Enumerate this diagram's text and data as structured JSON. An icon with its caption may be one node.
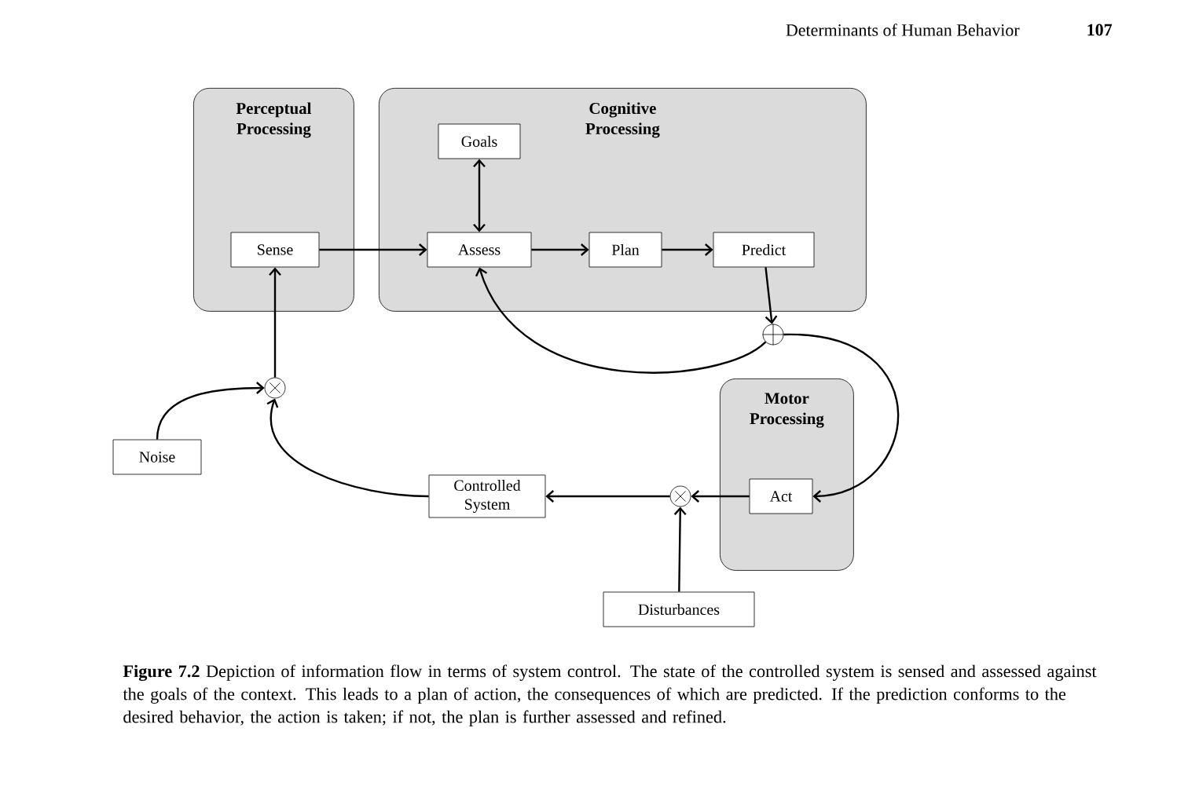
{
  "diagram": {
    "caption": "**Figure 7.2** Depiction of information flow in terms of system control. The state of the controlled system is sensed and assessed against the goals of the context. This leads to a plan of action, the consequences of which are predicted. If the prediction conforms to the desired behavior, the action is taken; if not, the plan is further assessed and refined.",
    "nodes": [
      {
        "text": [
          "Perceptual Processing"
        ]
      },
      {
        "text": [
          "Sense"
        ],
        "in": 0
      },
      {
        "text": [
          "Cognitive Processing"
        ]
      },
      {
        "text": [
          "Goals"
        ],
        "in": 2
      },
      {
        "text": [
          "Assess"
        ],
        "in": 2
      },
      {
        "text": [
          "Plan"
        ],
        "in": 2
      },
      {
        "text": [
          "Predict"
        ],
        "in": 2
      },
      {
        "text": [],
        "shape": "circle"
      },
      {
        "text": [
          "Motor Processing"
        ]
      },
      {
        "text": [
          "Act"
        ],
        "in": 8
      },
      {
        "text": [],
        "shape": "circle"
      },
      {
        "text": [
          "Noise"
        ]
      },
      {
        "text": [
          "Controlled System"
        ]
      },
      {
        "text": [],
        "shape": "circle"
      },
      {
        "text": [
          "Disturbances"
        ]
      }
    ],
    "edges": [
      {
        "from": 1,
        "to": 4,
        "arrow": "to"
      },
      {
        "from": 3,
        "to": 4,
        "arrow": "both"
      },
      {
        "from": 4,
        "to": 5,
        "arrow": "to"
      },
      {
        "from": 5,
        "to": 6,
        "arrow": "to"
      },
      {
        "from": 6,
        "to": 7,
        "arrow": "to"
      },
      {
        "from": 7,
        "to": 4,
        "arrow": "to"
      },
      {
        "from": 7,
        "to": 9,
        "arrow": "to"
      },
      {
        "from": 9,
        "to": 13,
        "arrow": "to"
      },
      {
        "from": 14,
        "to": 13,
        "arrow": "to"
      },
      {
        "from": 13,
        "to": 12,
        "arrow": "to"
      },
      {
        "from": 12,
        "to": 10,
        "arrow": "to"
      },
      {
        "from": 11,
        "to": 10,
        "arrow": "to"
      },
      {
        "from": 10,
        "to": 1,
        "arrow": "to"
      }
    ],
    "labels": [
      "Determinants of Human Behavior",
      "107"
    ]
  }
}
